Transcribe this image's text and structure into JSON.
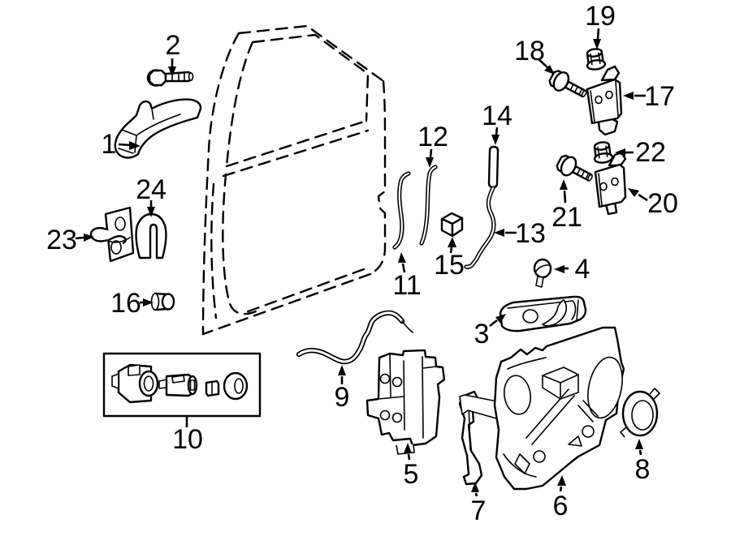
{
  "figure": {
    "type": "exploded-parts-diagram",
    "callouts": [
      {
        "label": "1"
      },
      {
        "label": "2"
      },
      {
        "label": "3"
      },
      {
        "label": "4"
      },
      {
        "label": "5"
      },
      {
        "label": "6"
      },
      {
        "label": "7"
      },
      {
        "label": "8"
      },
      {
        "label": "9"
      },
      {
        "label": "10"
      },
      {
        "label": "11"
      },
      {
        "label": "12"
      },
      {
        "label": "13"
      },
      {
        "label": "14"
      },
      {
        "label": "15"
      },
      {
        "label": "16"
      },
      {
        "label": "17"
      },
      {
        "label": "18"
      },
      {
        "label": "19"
      },
      {
        "label": "20"
      },
      {
        "label": "21"
      },
      {
        "label": "22"
      },
      {
        "label": "23"
      },
      {
        "label": "24"
      }
    ],
    "colors": {
      "line": "#000000",
      "background": "#ffffff"
    }
  }
}
